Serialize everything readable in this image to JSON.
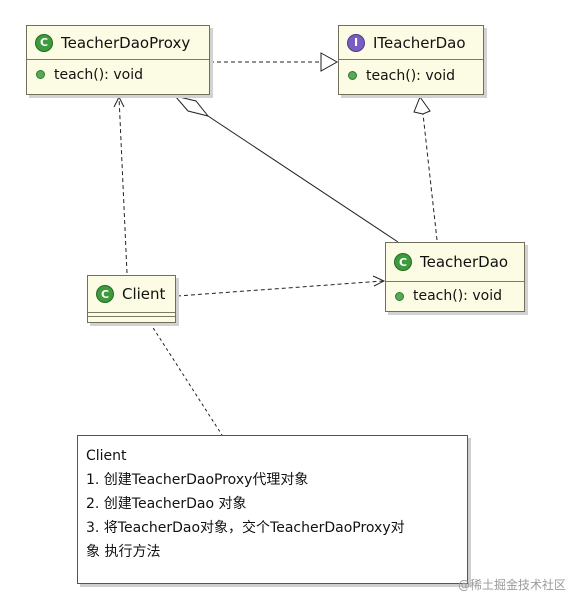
{
  "classes": {
    "proxy": {
      "name": "TeacherDaoProxy",
      "operation": "teach(): void",
      "kind": "class"
    },
    "interface": {
      "name": "ITeacherDao",
      "operation": "teach(): void",
      "kind": "interface"
    },
    "target": {
      "name": "TeacherDao",
      "operation": "teach(): void",
      "kind": "class"
    },
    "client": {
      "name": "Client",
      "kind": "class"
    }
  },
  "badges": {
    "class_letter": "C",
    "interface_letter": "I"
  },
  "note": {
    "lines": [
      "Client",
      "1. 创建TeacherDaoProxy代理对象",
      "2. 创建TeacherDao 对象",
      "3. 将TeacherDao对象，交个TeacherDaoProxy对",
      "象 执行方法"
    ]
  },
  "watermark": "@稀土掘金技术社区",
  "colors": {
    "class_fill": "#fcfce4",
    "class_badge": "#3d9a3d",
    "interface_badge": "#7a5dc0",
    "line": "#222222"
  },
  "icons": {
    "class_badge": "class-c-icon",
    "interface_badge": "interface-i-icon",
    "method": "public-method-icon"
  }
}
